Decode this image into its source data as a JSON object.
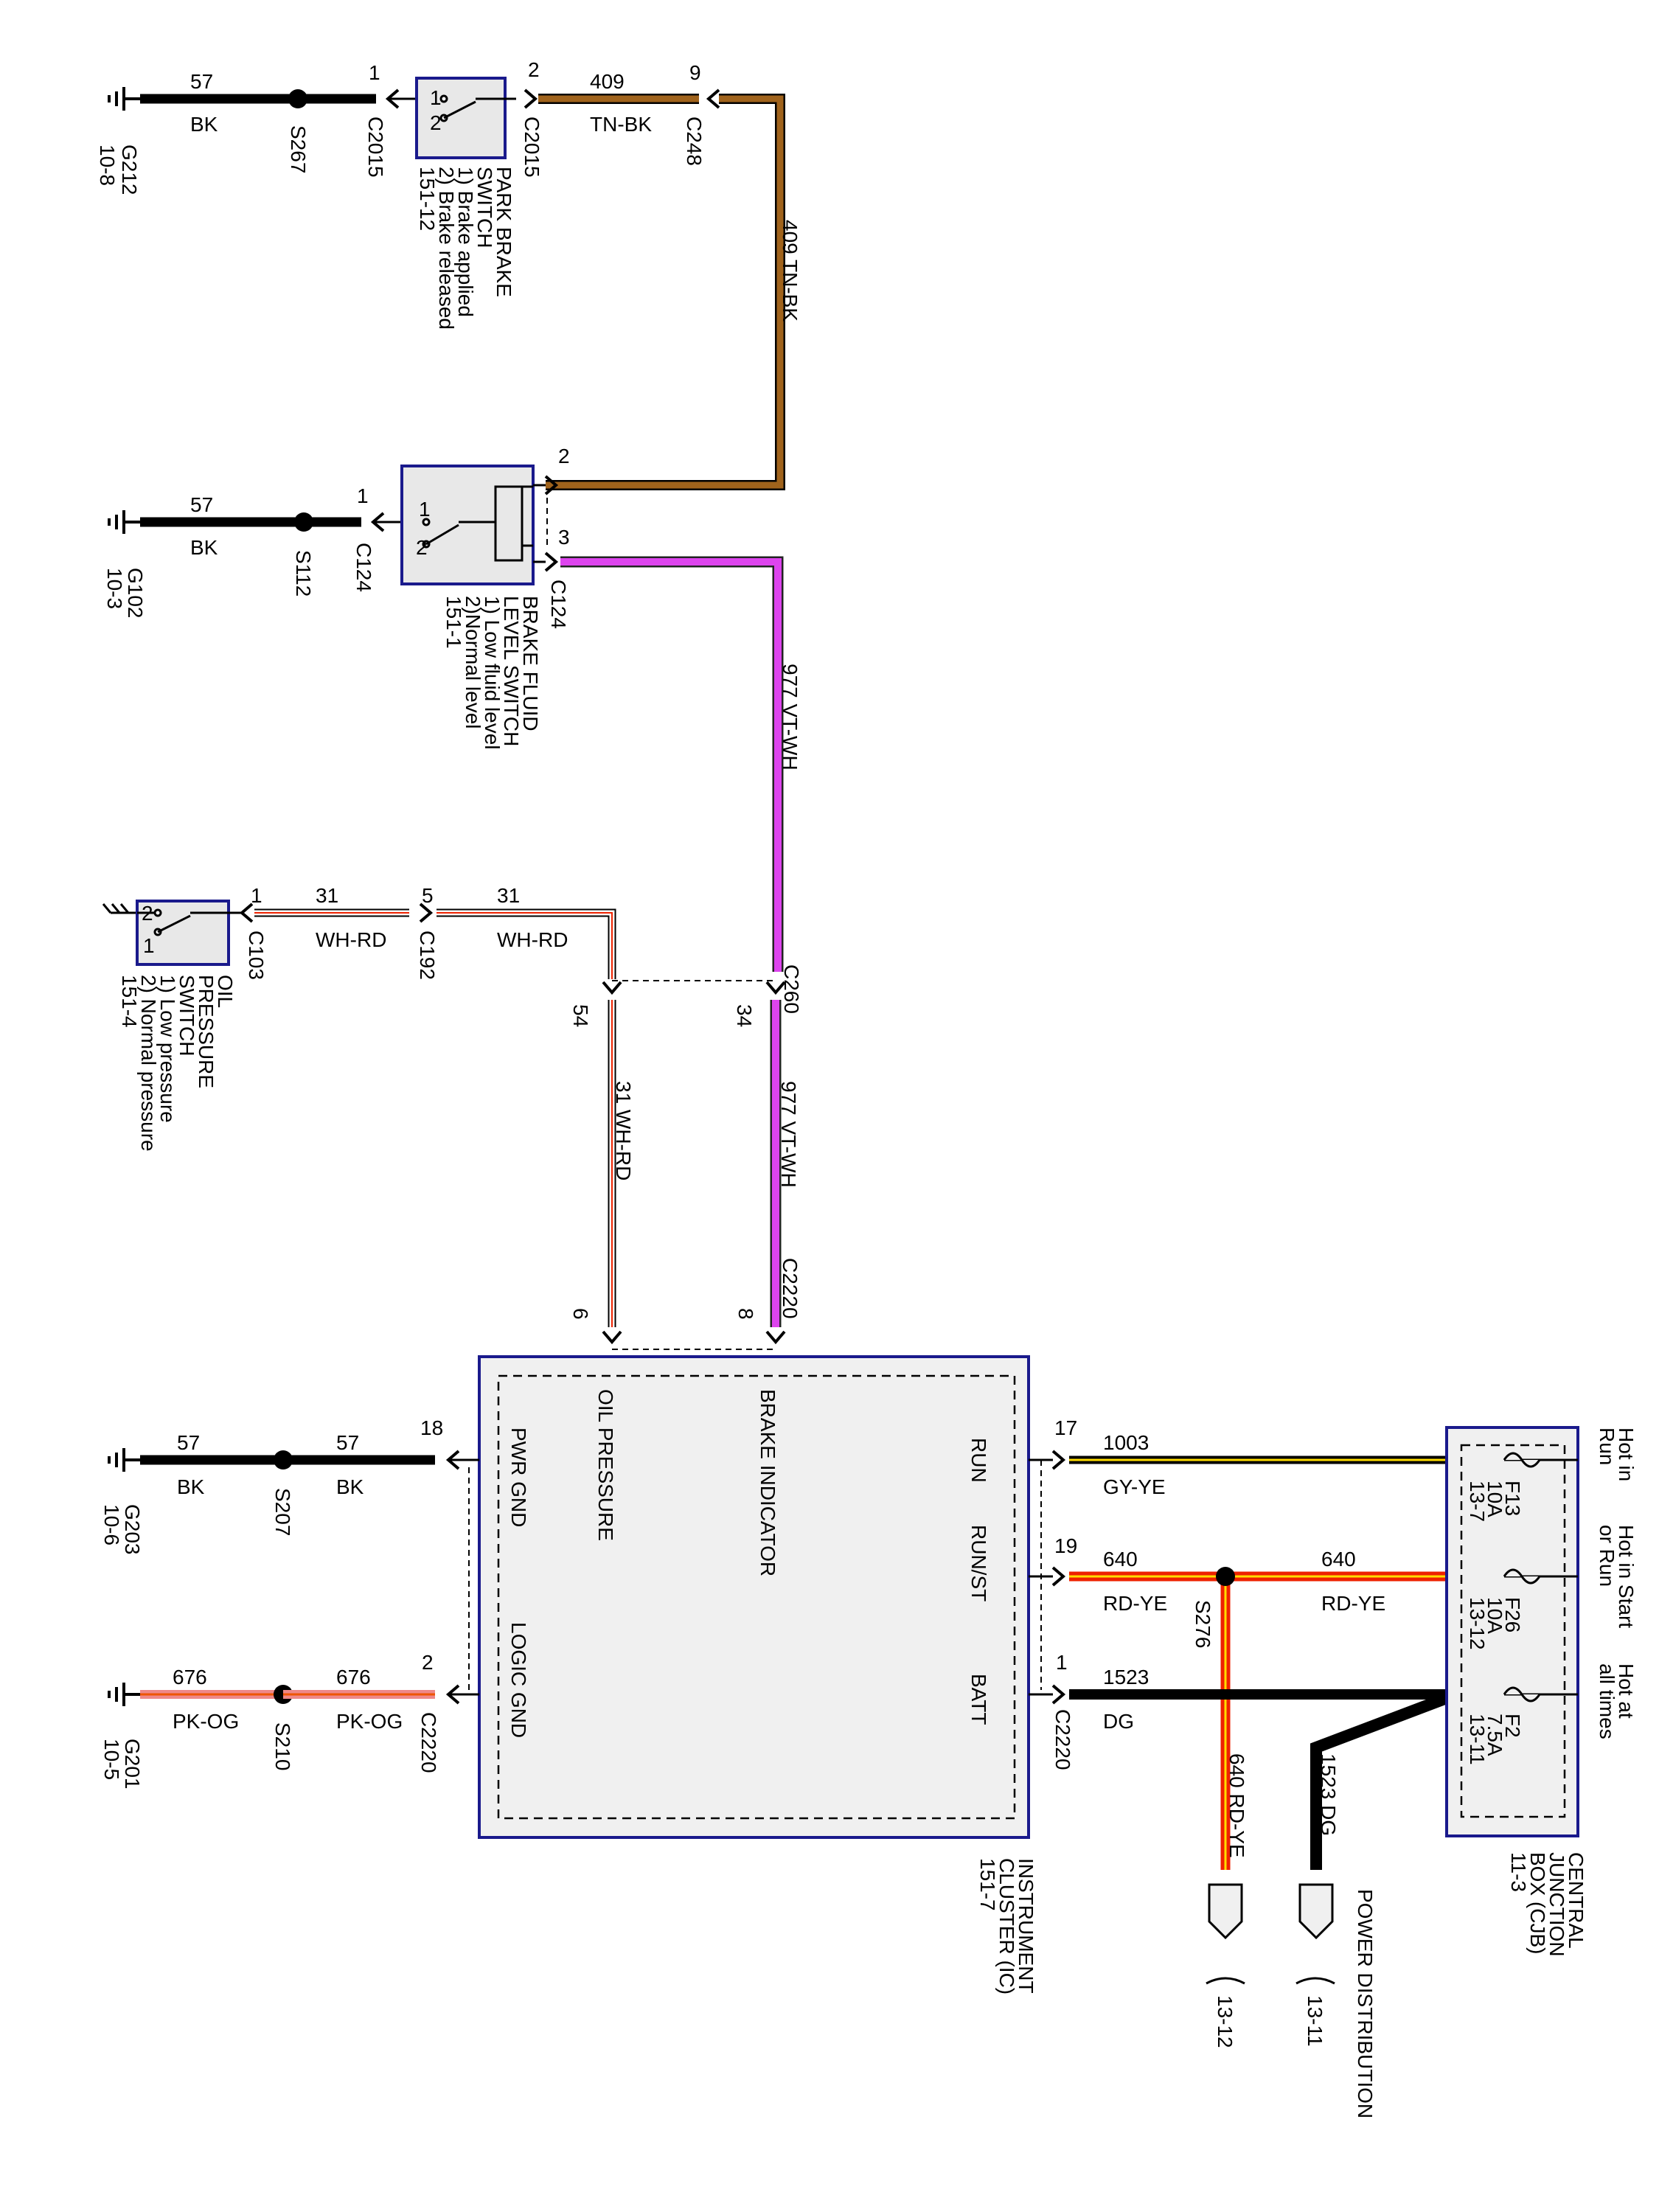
{
  "page": {
    "title": "",
    "subtitle": ""
  },
  "colors": {
    "BK": "#000000",
    "TN": "#a0631c",
    "VT": "#dd44ee",
    "WH": "#ffffff",
    "RD": "#ee2200",
    "YE": "#ffdd00",
    "GY": "#888888",
    "PK": "#ee8888",
    "DG": "#000000",
    "component_border": "#1a1a8c",
    "component_fill": "#f0f0f0"
  },
  "park_brake": {
    "ground": "G212",
    "ground_ref": "10-8",
    "splice": "S267",
    "wire_circuit": "57",
    "wire_color": "BK",
    "conn_left": "C2015",
    "pin_left": "1",
    "conn_right": "C2015",
    "pin_right": "2",
    "switch_pins": [
      "1",
      "2"
    ],
    "title_lines": [
      "PARK BRAKE",
      "SWITCH",
      "1) Brake applied",
      "2) Brake released",
      "151-12"
    ],
    "out_circuit": "409",
    "out_color": "TN-BK",
    "out_conn": "C248",
    "out_pin": "9",
    "vert_label": "409  TN-BK"
  },
  "brake_fluid": {
    "ground": "G102",
    "ground_ref": "10-3",
    "splice": "S112",
    "wire_circuit": "57",
    "wire_color": "BK",
    "conn_left": "C124",
    "pin_left": "1",
    "pin_top": "2",
    "pin_bottom": "3",
    "conn_bottom": "C124",
    "switch_pins": [
      "1",
      "2"
    ],
    "title_lines": [
      "BRAKE FLUID",
      "LEVEL SWITCH",
      "1) Low fluid level",
      "2)Normal level",
      "151-1"
    ],
    "vert_label": "977  VT-WH"
  },
  "oil_pressure": {
    "conn_sw": "C103",
    "pin_sw": "1",
    "switch_pins": [
      "2",
      "1"
    ],
    "title_lines": [
      "OIL",
      "PRESSURE",
      "SWITCH",
      "1) Low pressure",
      "2) Normal pressure",
      "151-4"
    ],
    "wire1_circuit": "31",
    "wire1_color": "WH-RD",
    "conn_mid": "C192",
    "pin_mid": "5",
    "wire2_circuit": "31",
    "wire2_color": "WH-RD"
  },
  "c260": {
    "name": "C260",
    "pin_oil": "54",
    "pin_brake": "34",
    "vert_oil": "31  WH-RD",
    "vert_brake": "977  VT-WH",
    "c2220_label": "C2220",
    "pin_ic_oil": "6",
    "pin_ic_brake": "8"
  },
  "cluster": {
    "labels": {
      "oil": "OIL PRESSURE",
      "brake": "BRAKE INDICATOR",
      "pwr_gnd": "PWR GND",
      "logic_gnd": "LOGIC GND",
      "run": "RUN",
      "runst": "RUN/ST",
      "batt": "BATT"
    },
    "title_lines": [
      "INSTRUMENT",
      "CLUSTER (IC)",
      "151-7"
    ],
    "conn_bottom": "C2220",
    "conn_right": "C2220",
    "pin_pwr": "18",
    "pin_logic": "2",
    "pin_run": "17",
    "pin_runst": "19",
    "pin_batt": "1"
  },
  "grounds_lower": {
    "g203": "G203",
    "g203_ref": "10-6",
    "s207": "S207",
    "wire_57a": "57",
    "wire_57b": "57",
    "bk_a": "BK",
    "bk_b": "BK",
    "g201": "G201",
    "g201_ref": "10-5",
    "s210": "S210",
    "wire_676a": "676",
    "wire_676b": "676",
    "pkog_a": "PK-OG",
    "pkog_b": "PK-OG"
  },
  "power": {
    "run_circuit": "1003",
    "run_color": "GY-YE",
    "runst_circuit": "640",
    "runst_color": "RD-YE",
    "runst_circuit2": "640",
    "runst_color2": "RD-YE",
    "splice": "S276",
    "batt_circuit": "1523",
    "batt_color": "DG",
    "vert_runst": "640  RD-YE",
    "vert_batt": "1523  DG",
    "ref_runst": "13-12",
    "ref_batt": "13-11",
    "dist_label": "POWER DISTRIBUTION"
  },
  "cjb": {
    "title_lines": [
      "CENTRAL",
      "JUNCTION",
      "BOX (CJB)",
      "11-3"
    ],
    "fuses": [
      {
        "name": "F13",
        "amps": "10A",
        "ref": "13-7",
        "hot": [
          "Hot in",
          "Run"
        ]
      },
      {
        "name": "F26",
        "amps": "10A",
        "ref": "13-12",
        "hot": [
          "Hot in Start",
          "or Run"
        ]
      },
      {
        "name": "F2",
        "amps": "7.5A",
        "ref": "13-11",
        "hot": [
          "Hot at",
          "all times"
        ]
      }
    ]
  }
}
